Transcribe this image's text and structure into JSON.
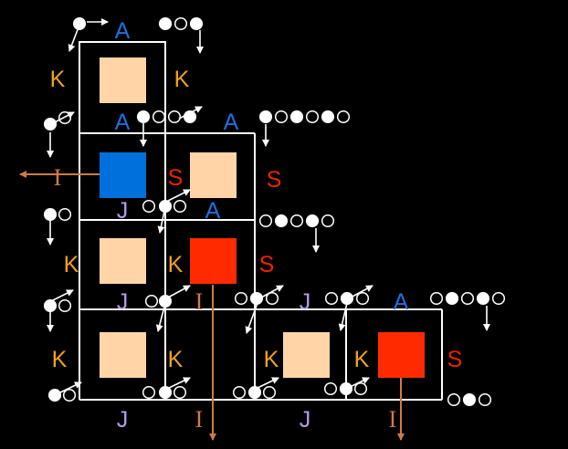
{
  "colors": {
    "background": "#000000",
    "grid": "#ffffff",
    "A": "#1f6fdc",
    "K": "#f0a020",
    "S": "#ee2200",
    "J": "#b89ae8",
    "I": "#d07a45",
    "box_peach": "#ffd5a8",
    "box_blue": "#0070dd",
    "box_red": "#ff2a00",
    "filled_dot": "#ffffff",
    "open_dot": "#ffffff"
  },
  "letters": {
    "A": "A",
    "K": "K",
    "S": "S",
    "J": "J",
    "I": "I"
  },
  "cells": [
    {
      "name": "row1-col1",
      "box": "box_peach",
      "labels": [
        "A",
        "K",
        "K",
        "A"
      ]
    },
    {
      "name": "row2-col1",
      "box": "box_blue",
      "labels": [
        "A",
        "I",
        "J"
      ]
    },
    {
      "name": "row2-col2",
      "box": "box_peach",
      "labels": [
        "A",
        "S",
        "S",
        "A"
      ]
    },
    {
      "name": "row3-col1",
      "box": "box_peach",
      "labels": [
        "K",
        "J"
      ]
    },
    {
      "name": "row3-col2",
      "box": "box_red",
      "labels": [
        "K",
        "S",
        "I"
      ]
    },
    {
      "name": "row4-col1",
      "box": "box_peach",
      "labels": [
        "K",
        "K",
        "J"
      ]
    },
    {
      "name": "row4-col2",
      "box": "none",
      "labels": [
        "I"
      ]
    },
    {
      "name": "row4-col3",
      "box": "box_peach",
      "labels": [
        "K",
        "J",
        "J"
      ]
    },
    {
      "name": "row4-col4",
      "box": "box_red",
      "labels": [
        "A",
        "K",
        "S",
        "I"
      ]
    }
  ],
  "dot_sequences": [
    {
      "name": "top-left",
      "pattern": [
        1
      ]
    },
    {
      "name": "top-right",
      "pattern": [
        1,
        0,
        1
      ]
    },
    {
      "name": "row2-top-mid",
      "pattern": [
        1,
        0,
        0,
        1
      ]
    },
    {
      "name": "row2-top-right",
      "pattern": [
        1,
        0,
        1,
        0,
        1,
        0
      ]
    },
    {
      "name": "row3-top-right",
      "pattern": [
        0,
        1,
        0,
        1,
        0
      ]
    },
    {
      "name": "row4-top-right",
      "pattern": [
        0,
        1,
        0,
        1,
        0
      ]
    },
    {
      "name": "bottom-right",
      "pattern": [
        0,
        1,
        0
      ]
    }
  ]
}
